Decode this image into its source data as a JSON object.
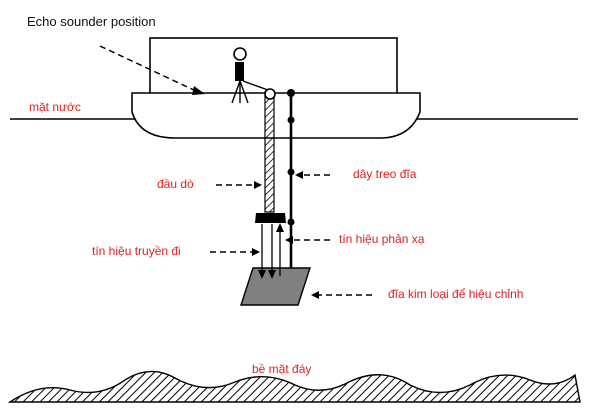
{
  "labels": {
    "echo_position": "Echo sounder position",
    "water_surface": "mặt nước",
    "transducer": "đầu dò",
    "disk_cable": "dây treo đĩa",
    "reflected_signal": "tín hiệu phản xạ",
    "transmitted_signal": "tín hiệu truyền đi",
    "metal_disk": "đĩa kim loại để hiệu chỉnh",
    "seabed": "bề mặt đáy"
  },
  "colors": {
    "label_red": "#e02020",
    "line": "#000000",
    "disk_fill": "#808080"
  }
}
